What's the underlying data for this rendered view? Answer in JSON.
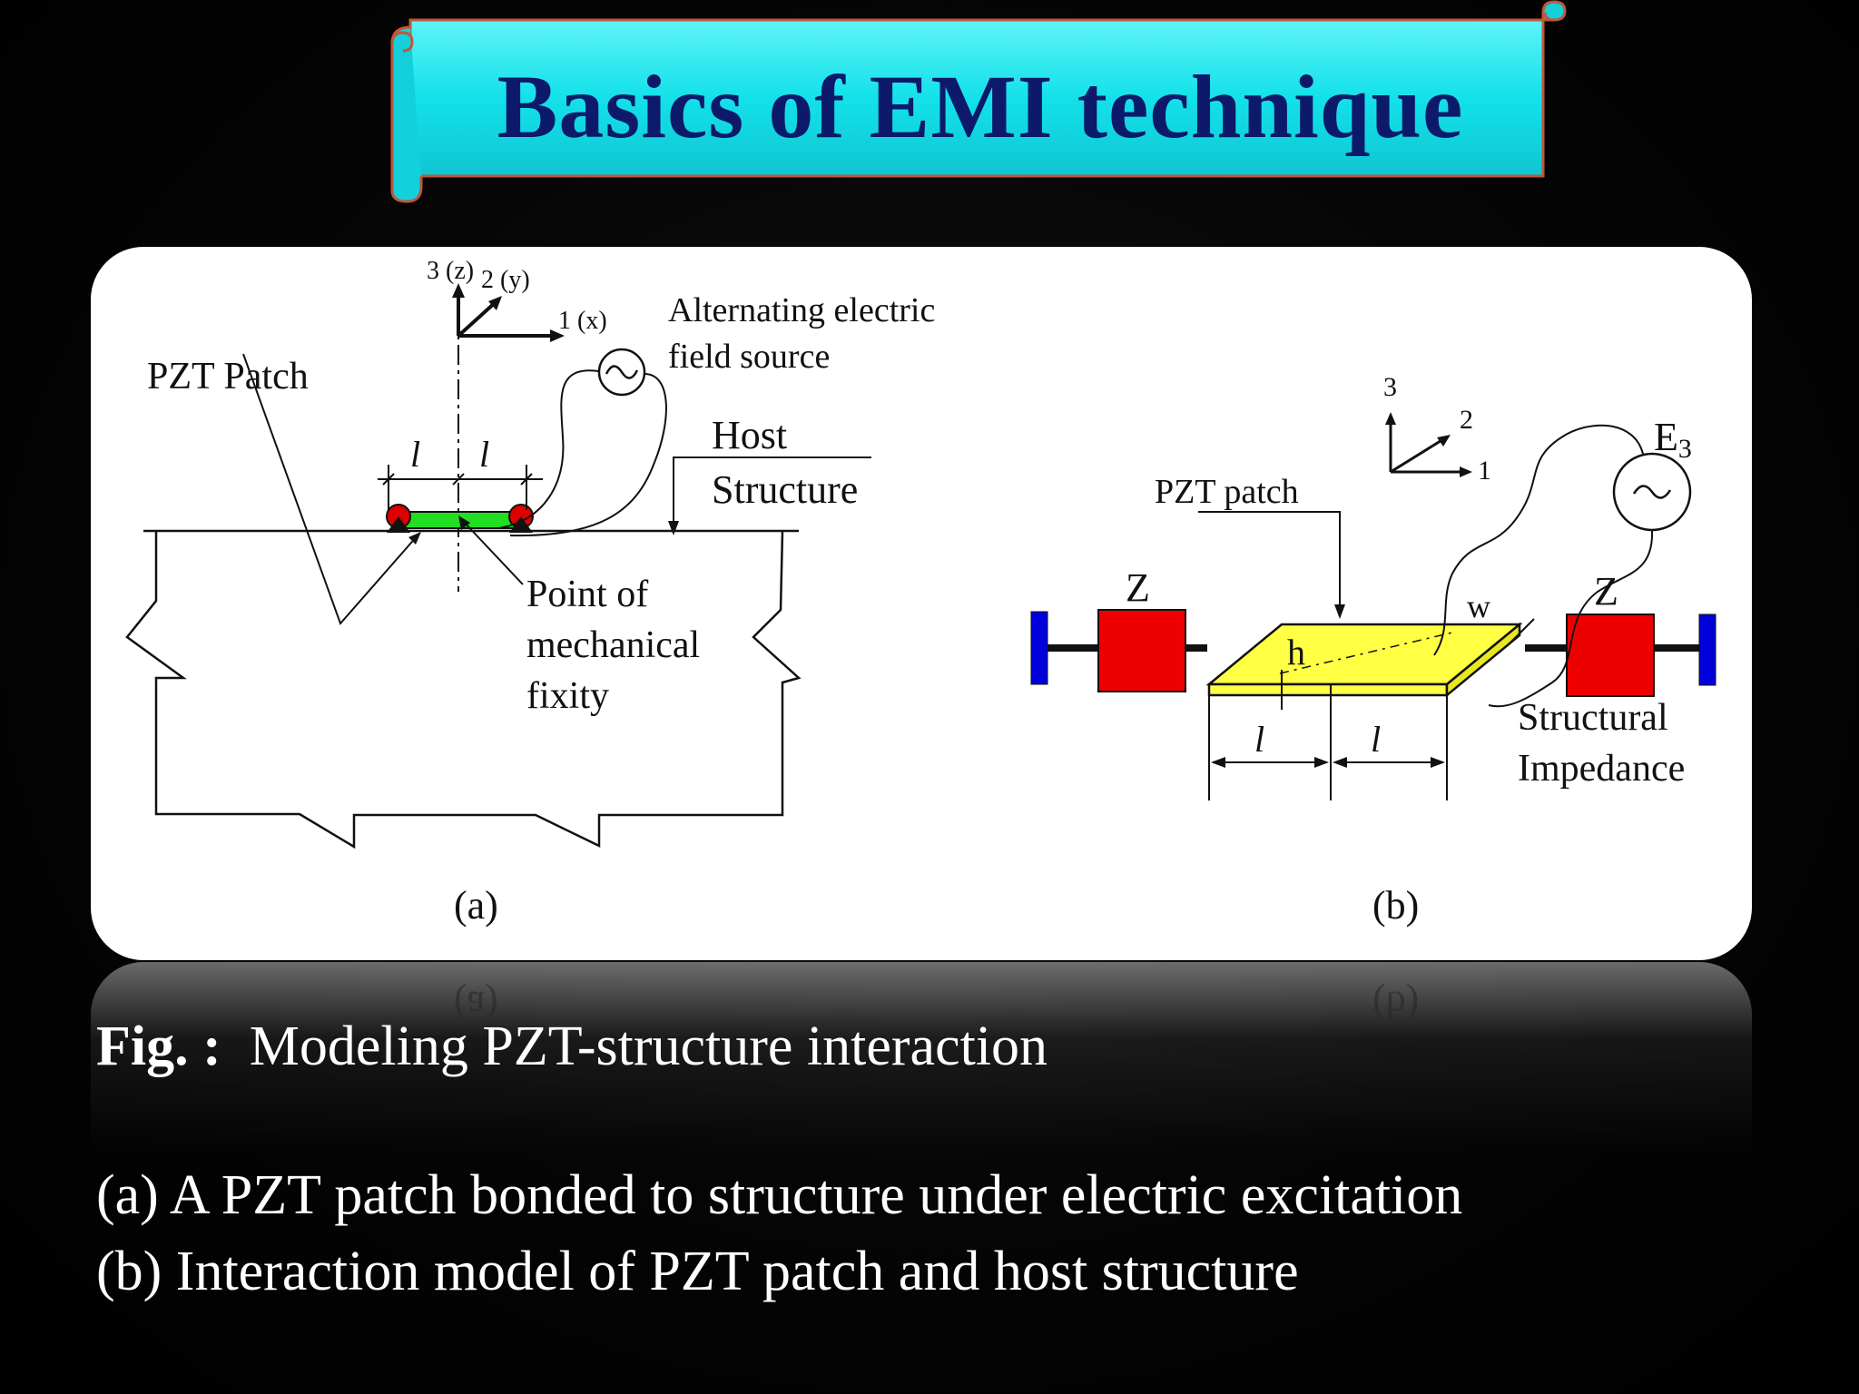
{
  "title": "Basics of EMI technique",
  "diagram_a": {
    "axis_z": "3 (z)",
    "axis_y": "2 (y)",
    "axis_x": "1 (x)",
    "source_label_line1": "Alternating  electric",
    "source_label_line2": "field source",
    "pzt_label": "PZT Patch",
    "host_line1": "Host",
    "host_line2": "Structure",
    "fixity_line1": "Point of",
    "fixity_line2": "mechanical",
    "fixity_line3": "fixity",
    "dim_left": "l",
    "dim_right": "l",
    "panel_label": "(a)"
  },
  "diagram_b": {
    "axis_3": "3",
    "axis_2": "2",
    "axis_1": "1",
    "source_label": "E",
    "source_subscript": "3",
    "pzt_label": "PZT patch",
    "z_left": "Z",
    "z_right": "Z",
    "width_label": "w",
    "height_label": "h",
    "dim_left": "l",
    "dim_right": "l",
    "impedance_line1": "Structural",
    "impedance_line2": "Impedance",
    "panel_label": "(b)"
  },
  "caption": {
    "prefix": "Fig. :",
    "text": "Modeling PZT-structure interaction"
  },
  "description_a": "(a) A PZT patch bonded to structure under electric excitation",
  "description_b": "(b) Interaction model of PZT patch and host structure",
  "colors": {
    "banner": "#13e1ea",
    "banner_border": "#c0563a",
    "title": "#0d1a6b",
    "pzt_a": "#22dd22",
    "fixity": "#dd0000",
    "pzt_b": "#ffff44",
    "impedance": "#ee0000",
    "wall": "#0000dd"
  }
}
